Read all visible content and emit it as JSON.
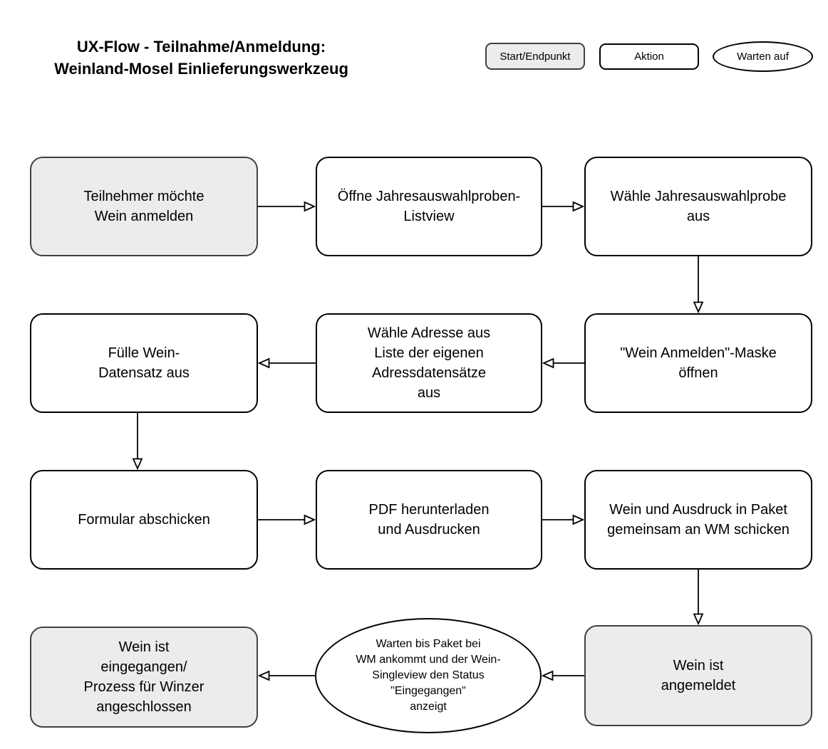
{
  "title": {
    "text": "UX-Flow - Teilnahme/Anmeldung:\nWeinland-Mosel Einlieferungswerkzeug"
  },
  "legend": {
    "start_end": "Start/Endpunkt",
    "action": "Aktion",
    "wait": "Warten auf"
  },
  "colors": {
    "start_end_fill": "#ececec",
    "start_end_border": "#404040",
    "action_fill": "#ffffff",
    "action_border": "#000000"
  },
  "nodes": {
    "start": {
      "type": "start-end",
      "label": "Teilnehmer möchte\nWein anmelden"
    },
    "open_listview": {
      "type": "action",
      "label": "Öffne Jahresauswahlproben-\nListview"
    },
    "choose_probe": {
      "type": "action",
      "label": "Wähle Jahresauswahlprobe\naus"
    },
    "open_mask": {
      "type": "action",
      "label": "\"Wein Anmelden\"-Maske\nöffnen"
    },
    "choose_address": {
      "type": "action",
      "label": "Wähle Adresse aus\nListe der eigenen\nAdressdatensätze\naus"
    },
    "fill_record": {
      "type": "action",
      "label": "Fülle Wein-\nDatensatz aus"
    },
    "submit_form": {
      "type": "action",
      "label": "Formular abschicken"
    },
    "download_pdf": {
      "type": "action",
      "label": "PDF herunterladen\nund Ausdrucken"
    },
    "send_package": {
      "type": "action",
      "label": "Wein und Ausdruck in Paket\ngemeinsam an WM schicken"
    },
    "registered": {
      "type": "start-end",
      "label": "Wein ist\nangemeldet"
    },
    "wait_package": {
      "type": "wait",
      "label": "Warten bis Paket bei\nWM ankommt und der Wein-\nSingleview den Status\n\"Eingegangen\"\nanzeigt"
    },
    "received": {
      "type": "start-end",
      "label": "Wein ist\neingegangen/\nProzess für Winzer\nangeschlossen"
    }
  }
}
